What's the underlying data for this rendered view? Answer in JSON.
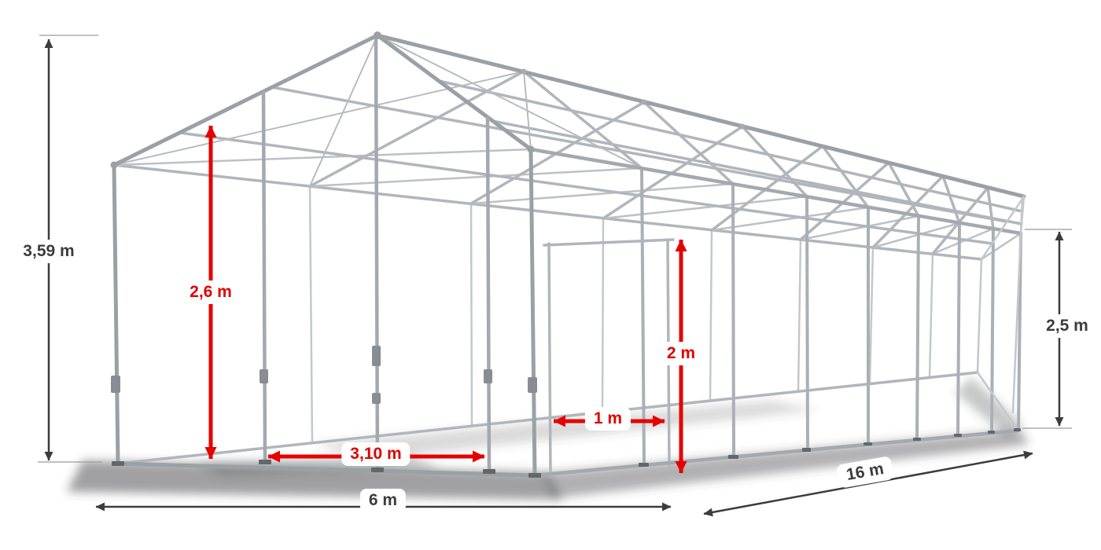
{
  "diagram": {
    "subject": "storage-tent-steel-frame",
    "colors": {
      "dimension_primary": "#3c3c3c",
      "dimension_highlight": "#e60000",
      "frame_metal": "#aab0b5",
      "background": "#ffffff"
    },
    "dimensions": {
      "total_height": {
        "label": "3,59 m"
      },
      "inner_height": {
        "label": "2,6 m"
      },
      "front_door_width": {
        "label": "3,10 m"
      },
      "width": {
        "label": "6 m"
      },
      "side_door_width": {
        "label": "1 m"
      },
      "side_door_height": {
        "label": "2 m"
      },
      "length": {
        "label": "16 m"
      },
      "side_height": {
        "label": "2,5 m"
      }
    }
  }
}
